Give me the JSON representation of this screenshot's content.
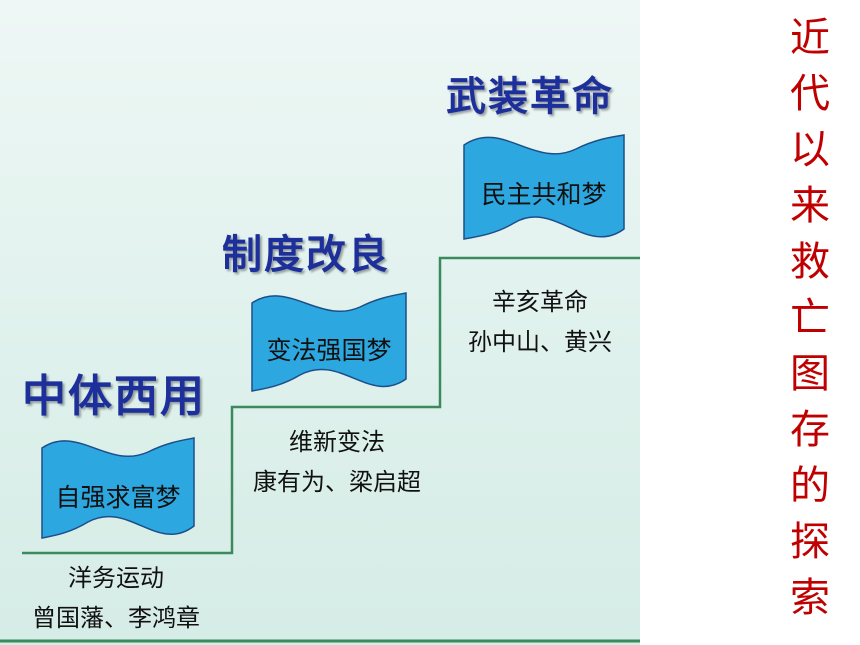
{
  "steps": [
    {
      "heading": "中体西用",
      "dream": "自强求富梦",
      "desc1": "洋务运动",
      "desc2": "曾国藩、李鸿章"
    },
    {
      "heading": "制度改良",
      "dream": "变法强国梦",
      "desc1": "维新变法",
      "desc2": "康有为、梁启超"
    },
    {
      "heading": "武装革命",
      "dream": "民主共和梦",
      "desc1": "辛亥革命",
      "desc2": "孙中山、黄兴"
    }
  ],
  "side_title": "近代以来救亡图存的探索",
  "colors": {
    "heading": "#1d2f9a",
    "wave_fill": "#2ca7e0",
    "stair_line": "#3b8a5e",
    "side_title": "#c00000"
  }
}
